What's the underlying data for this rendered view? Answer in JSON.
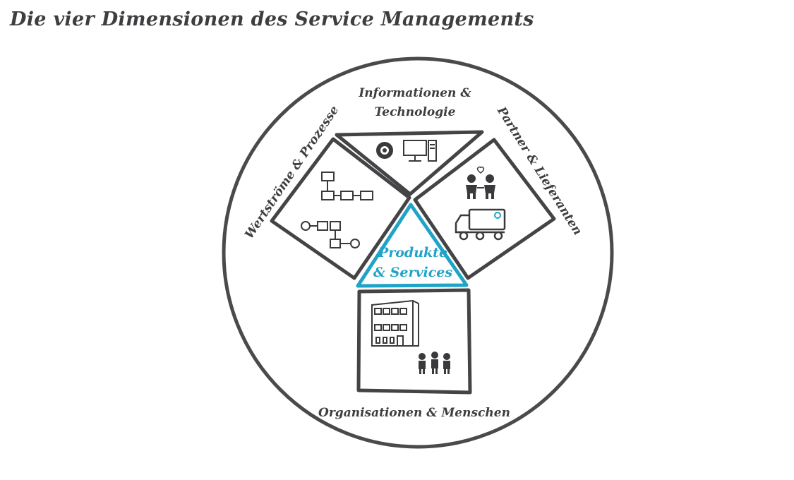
{
  "title": "Die vier Dimensionen des Service Managements",
  "dimensions": {
    "top_line1": "Informationen &",
    "top_line2": "Technologie",
    "left": "Wertströme & Prozesse",
    "right": "Partner & Lieferanten",
    "bottom": "Organisationen & Menschen"
  },
  "center": {
    "line1": "Produkte",
    "line2": "& Services"
  },
  "colors": {
    "accent": "#1fa3c7",
    "stroke": "#444447"
  },
  "icons": [
    "cd-icon",
    "monitor-icon",
    "computer-tower-icon",
    "flowchart-icon",
    "partners-icon",
    "heart-icon",
    "truck-icon",
    "building-icon",
    "people-group-icon"
  ]
}
